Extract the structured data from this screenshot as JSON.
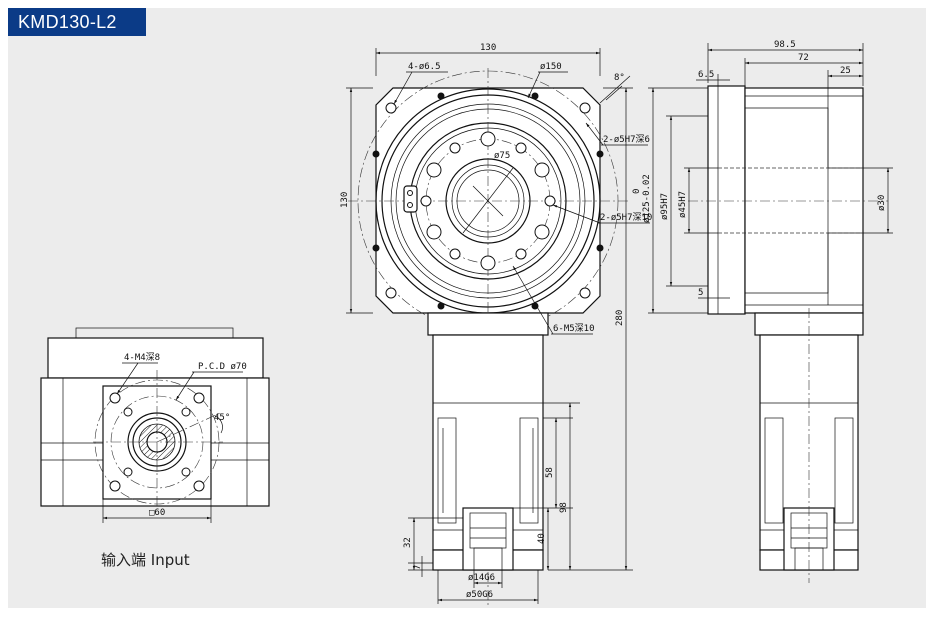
{
  "model": "KMD130-L2",
  "input_caption": "输入端 Input",
  "front_view": {
    "dim_width": "130",
    "dim_height": "130",
    "mount_holes": "4-ø6.5",
    "outer_dia": "ø150",
    "pin_angle": "8°",
    "dowel_top": "2-ø5H7深6",
    "dowel_side": "2-ø5H7深10",
    "center_dia": "ø75",
    "thread_holes": "6-M5深10",
    "total_height": "280",
    "dim_58": "58",
    "dim_98": "98",
    "dim_40": "40",
    "dim_32": "32",
    "dim_7": "7",
    "shaft_dia": "ø14G6",
    "spigot_dia": "ø50G6"
  },
  "side_view": {
    "dim_98_5": "98.5",
    "dim_72": "72",
    "dim_25": "25",
    "dim_6_5": "6.5",
    "dim_5": "5",
    "dia_125": "ø125-0.02",
    "dia_125_tol_upper": "0",
    "dia_95": "ø95H7",
    "dia_45": "ø45H7",
    "dia_30": "ø30"
  },
  "input_view": {
    "thread_holes": "4-M4深8",
    "pcd": "P.C.D ø70",
    "angle": "45°",
    "square": "□60"
  }
}
